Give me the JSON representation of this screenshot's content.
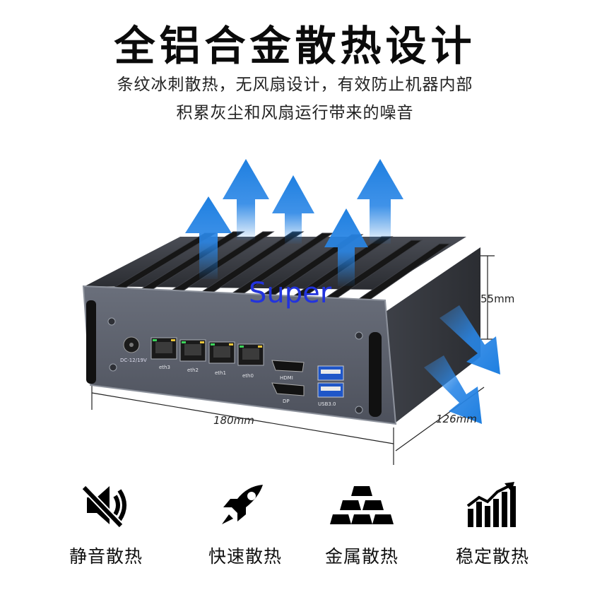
{
  "title": "全铝合金散热设计",
  "subtitle_lines": [
    "条纹冰刺散热，无风扇设计，有效防止机器内部",
    "积累灰尘和风扇运行带来的噪音"
  ],
  "product": {
    "watermark": "Super",
    "dimensions": {
      "width": "180mm",
      "height": "55mm",
      "depth": "126mm"
    },
    "port_labels": {
      "dc": "DC-12/19V",
      "eth3": "eth3",
      "eth2": "eth2",
      "eth1": "eth1",
      "eth0": "eth0",
      "hdmi": "HDMI",
      "dp": "DP",
      "usb": "USB3.0"
    }
  },
  "features": [
    {
      "icon": "mute-speaker-icon",
      "label": "静音散热"
    },
    {
      "icon": "rocket-icon",
      "label": "快速散热"
    },
    {
      "icon": "gold-bars-icon",
      "label": "金属散热"
    },
    {
      "icon": "rising-bar-chart-icon",
      "label": "稳定散热"
    }
  ],
  "colors": {
    "arrow_blue": "#1e7fe0",
    "case_dark": "#3d4047",
    "panel_gray": "#5f6470",
    "fin_black": "#1a1a1a"
  }
}
